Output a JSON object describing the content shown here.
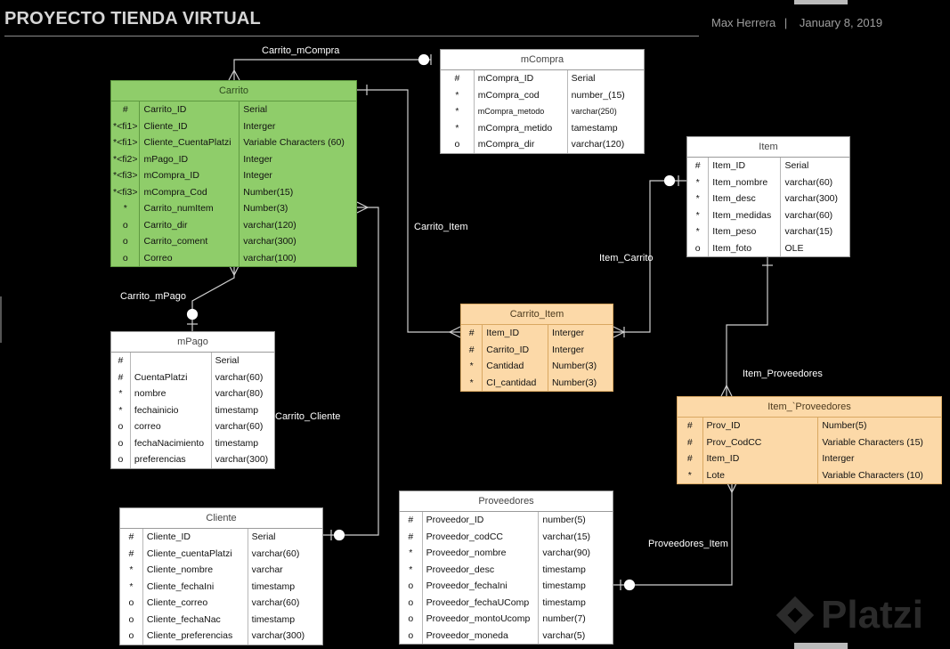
{
  "header": {
    "title": "PROYECTO TIENDA VIRTUAL",
    "author": "Max Herrera",
    "separator": "|",
    "date": "January 8, 2019"
  },
  "relations": {
    "carrito_mcompra": "Carrito_mCompra",
    "carrito_item": "Carrito_Item",
    "item_carrito": "Item_Carrito",
    "carrito_mpago": "Carrito_mPago",
    "carrito_cliente": "Carrito_Cliente",
    "item_proveedores": "Item_Proveedores",
    "proveedores_item": "Proveedores_Item"
  },
  "entities": {
    "carrito": {
      "name": "Carrito",
      "rows": [
        [
          "#",
          "Carrito_ID",
          "Serial"
        ],
        [
          "*<fi1>",
          "Cliente_ID",
          "Interger"
        ],
        [
          "*<fi1>",
          "Cliente_CuentaPlatzi",
          "Variable Characters (60)"
        ],
        [
          "*<fi2>",
          "mPago_ID",
          "Integer"
        ],
        [
          "*<fi3>",
          "mCompra_ID",
          "Integer"
        ],
        [
          "*<fi3>",
          "mCompra_Cod",
          "Number(15)"
        ],
        [
          "*",
          "Carrito_numItem",
          "Number(3)"
        ],
        [
          "o",
          "Carrito_dir",
          "varchar(120)"
        ],
        [
          "o",
          "Carrito_coment",
          "varchar(300)"
        ],
        [
          "o",
          "Correo",
          "varchar(100)"
        ]
      ]
    },
    "mcompra": {
      "name": "mCompra",
      "rows": [
        [
          "#",
          "mCompra_ID",
          "Serial"
        ],
        [
          "*",
          "mCompra_cod",
          "number_(15)"
        ],
        [
          "*",
          "mCompra_metodo",
          "varchar(250)"
        ],
        [
          "*",
          "mCompra_metido",
          "tamestamp"
        ],
        [
          "o",
          "mCompra_dir",
          "varchar(120)"
        ]
      ]
    },
    "item": {
      "name": "Item",
      "rows": [
        [
          "#",
          "Item_ID",
          "Serial"
        ],
        [
          "*",
          "Item_nombre",
          "varchar(60)"
        ],
        [
          "*",
          "Item_desc",
          "varchar(300)"
        ],
        [
          "*",
          "Item_medidas",
          "varchar(60)"
        ],
        [
          "*",
          "Item_peso",
          "varchar(15)"
        ],
        [
          "o",
          "Item_foto",
          "OLE"
        ]
      ]
    },
    "carrito_item": {
      "name": "Carrito_Item",
      "rows": [
        [
          "#",
          "Item_ID",
          "Interger"
        ],
        [
          "#",
          "Carrito_ID",
          "Interger"
        ],
        [
          "*",
          "Cantidad",
          "Number(3)"
        ],
        [
          "*",
          "CI_cantidad",
          "Number(3)"
        ]
      ]
    },
    "mpago": {
      "name": "mPago",
      "rows": [
        [
          "#",
          "",
          "Serial"
        ],
        [
          "#",
          "CuentaPlatzi",
          "varchar(60)"
        ],
        [
          "*",
          "nombre",
          "varchar(80)"
        ],
        [
          "*",
          "fechainicio",
          "timestamp"
        ],
        [
          "o",
          "correo",
          "varchar(60)"
        ],
        [
          "o",
          "fechaNacimiento",
          "timestamp"
        ],
        [
          "o",
          "preferencias",
          "varchar(300)"
        ]
      ]
    },
    "item_proveedores": {
      "name": "Item_`Proveedores",
      "rows": [
        [
          "#",
          "Prov_ID",
          "Number(5)"
        ],
        [
          "#",
          "Prov_CodCC",
          "Variable Characters (15)"
        ],
        [
          "#",
          "Item_ID",
          "Interger"
        ],
        [
          "*",
          "Lote",
          "Variable Characters (10)"
        ]
      ]
    },
    "cliente": {
      "name": "Cliente",
      "rows": [
        [
          "#",
          "Cliente_ID",
          "Serial"
        ],
        [
          "#",
          "Cliente_cuentaPlatzi",
          "varchar(60)"
        ],
        [
          "*",
          "Cliente_nombre",
          "varchar"
        ],
        [
          "*",
          "Cliente_fechaIni",
          "timestamp"
        ],
        [
          "o",
          "Cliente_correo",
          "varchar(60)"
        ],
        [
          "o",
          "Cliente_fechaNac",
          "timestamp"
        ],
        [
          "o",
          "Cliente_preferencias",
          "varchar(300)"
        ]
      ]
    },
    "proveedores": {
      "name": "Proveedores",
      "rows": [
        [
          "#",
          "Proveedor_ID",
          "number(5)"
        ],
        [
          "#",
          "Proveedor_codCC",
          "varchar(15)"
        ],
        [
          "*",
          "Proveedor_nombre",
          "varchar(90)"
        ],
        [
          "*",
          "Proveedor_desc",
          "timestamp"
        ],
        [
          "o",
          "Proveedor_fechaIni",
          "timestamp"
        ],
        [
          "o",
          "Proveedor_fechaUComp",
          "timestamp"
        ],
        [
          "o",
          "Proveedor_montoUcomp",
          "number(7)"
        ],
        [
          "o",
          "Proveedor_moneda",
          "varchar(5)"
        ]
      ]
    }
  },
  "watermark": "Platzi",
  "colors": {
    "green": "#8fcd6a",
    "orange": "#fcd9a8",
    "background": "#000000"
  }
}
